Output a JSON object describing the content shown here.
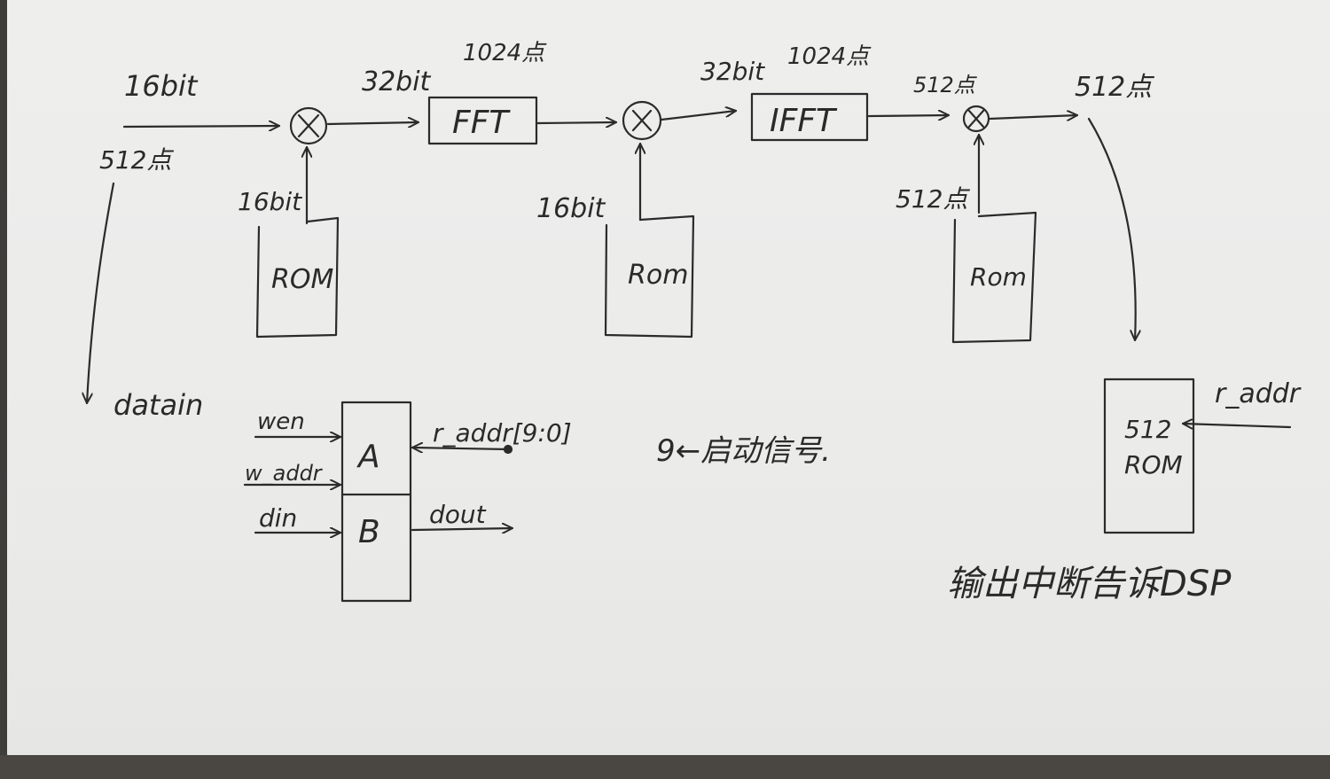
{
  "labels": {
    "in_bits": "16bit",
    "in_points": "512点",
    "datain": "datain",
    "rom1_bits": "16bit",
    "rom1_label": "ROM",
    "mult1_out_bits": "32bit",
    "fft_points": "1024点",
    "fft_label": "FFT",
    "rom2_bits": "16bit",
    "rom2_label": "Rom",
    "mult2_out_bits": "32bit",
    "ifft_points": "1024点",
    "ifft_label": "IFFT",
    "mult3_in_points": "512点",
    "rom3_points": "512点",
    "rom3_label": "Rom",
    "out_points": "512点",
    "rom4_label_a": "512",
    "rom4_label_b": "ROM",
    "r_addr_right": "r_addr",
    "ram_a": "A",
    "ram_b": "B",
    "wen": "wen",
    "w_addr": "w_addr",
    "din": "din",
    "r_addr": "r_addr[9:0]",
    "dout": "dout",
    "start_signal": "9←启动信号.",
    "interrupt_note": "输出中断告诉DSP"
  }
}
